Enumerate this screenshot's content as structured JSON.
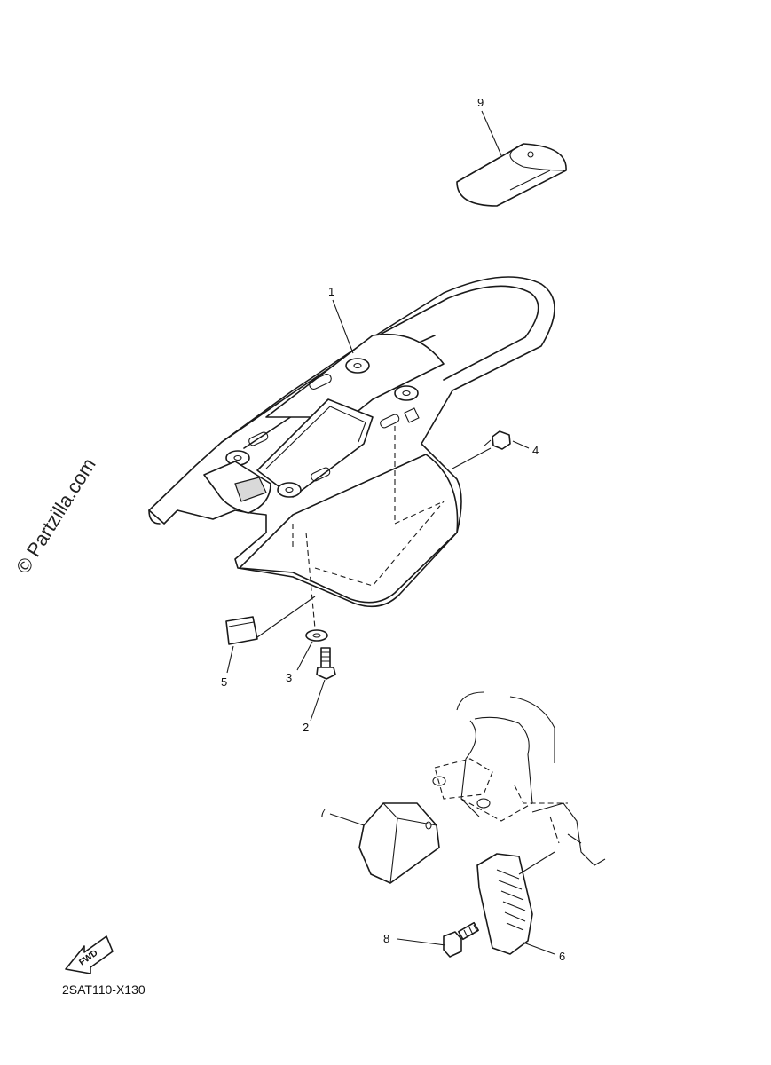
{
  "watermark": "© Partzilla.com",
  "diagram_code": "2SAT110-X130",
  "fwd_label": "FWD",
  "callouts": {
    "c1": "1",
    "c2": "2",
    "c3": "3",
    "c4": "4",
    "c5": "5",
    "c6": "6",
    "c7": "7",
    "c8": "8",
    "c9": "9"
  }
}
